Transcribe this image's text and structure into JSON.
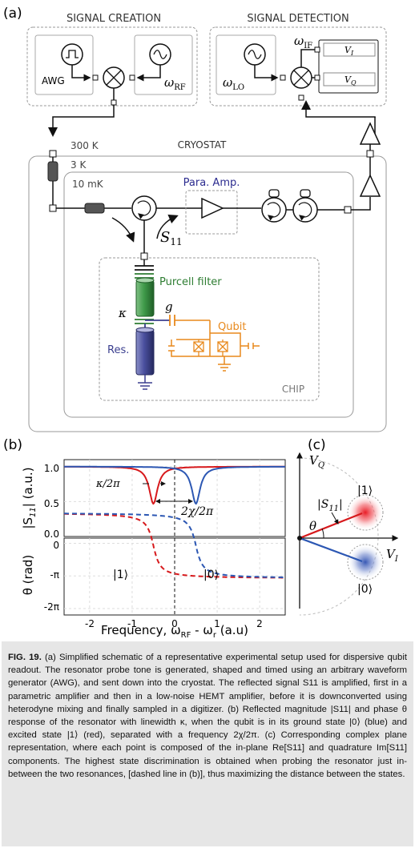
{
  "panel_a": {
    "label": "(a)",
    "signal_creation": "SIGNAL CREATION",
    "signal_detection": "SIGNAL DETECTION",
    "awg": "AWG",
    "omega_rf": "ω",
    "omega_rf_sub": "RF",
    "omega_lo": "ω",
    "omega_lo_sub": "LO",
    "omega_if": "ω",
    "omega_if_sub": "IF",
    "v_i": "V",
    "v_i_sub": "I",
    "v_q": "V",
    "v_q_sub": "Q",
    "t300": "300 K",
    "cryostat": "CRYOSTAT",
    "t3": "3 K",
    "t10": "10 mK",
    "para_amp": "Para. Amp.",
    "s11": "S",
    "s11_sub": "11",
    "purcell": "Purcell filter",
    "kappa": "κ",
    "g": "g",
    "qubit": "Qubit",
    "res": "Res.",
    "chip": "CHIP",
    "colors": {
      "green": "#2e7d32",
      "orange": "#e8891c",
      "blue_res": "#3b3f8f",
      "para": "#2b2b8f"
    }
  },
  "panel_b": {
    "label": "(b)",
    "kappa_label": "κ/2π",
    "chi_label": "2χ/2π",
    "state1": "|1⟩",
    "state0": "|0⟩",
    "ylabel_top": "|S",
    "ylabel_top_sub": "11",
    "ylabel_top_end": "| (a.u.)",
    "ylabel_bottom": "θ (rad)",
    "xlabel": "Frequency, ω",
    "xlabel_sub1": "RF",
    "xlabel_mid": " - ω",
    "xlabel_sub2": "r",
    "xlabel_end": " (a.u)",
    "top_yticks": [
      "1.0",
      "0.5",
      "0.0"
    ],
    "bottom_yticks": [
      "0",
      "-π",
      "-2π"
    ],
    "xticks": [
      "-2",
      "-1",
      "0",
      "1",
      "2"
    ],
    "colors": {
      "red": "#d7191c",
      "blue": "#2c57b3"
    }
  },
  "chart_data": [
    {
      "type": "line",
      "xlabel": "Frequency, ωRF - ωr (a.u)",
      "ylabel": "|S11| (a.u.)",
      "xlim": [
        -2.6,
        2.6
      ],
      "ylim": [
        0,
        1.1
      ],
      "grid": true,
      "series": [
        {
          "name": "|1⟩",
          "color": "#d7191c",
          "center": -0.5,
          "depth": 0.53
        },
        {
          "name": "|0⟩",
          "color": "#2c57b3",
          "center": 0.5,
          "depth": 0.53
        }
      ]
    },
    {
      "type": "line",
      "xlabel": "Frequency, ωRF - ωr (a.u)",
      "ylabel": "θ (rad)",
      "xlim": [
        -2.6,
        2.6
      ],
      "ylim": [
        -6.9,
        0.5
      ],
      "grid": true,
      "series": [
        {
          "name": "|1⟩",
          "color": "#d7191c",
          "center": -0.5,
          "dash": true
        },
        {
          "name": "|0⟩",
          "color": "#2c57b3",
          "center": 0.5,
          "dash": true
        }
      ]
    }
  ],
  "panel_c": {
    "label": "(c)",
    "vq": "V",
    "vq_sub": "Q",
    "vi": "V",
    "vi_sub": "I",
    "s11_abs": "|S",
    "s11_abs_sub": "11",
    "s11_abs_end": "|",
    "theta": "θ",
    "state1": "|1⟩",
    "state0": "|0⟩"
  },
  "caption": {
    "fig": "FIG. 19.",
    "text": " (a) Simplified schematic of a representative experimental setup used for dispersive qubit readout. The resonator probe tone is generated, shaped and timed using an arbitrary waveform generator (AWG), and sent down into the cryostat. The reflected signal S11 is amplified, first in a parametric amplifier and then in a low-noise HEMT amplifier, before it is downconverted using heterodyne mixing and finally sampled in a digitizer. (b) Reflected magnitude |S11| and phase θ response of the resonator with linewidth κ, when the qubit is in its ground state |0⟩ (blue) and excited state |1⟩ (red), separated with a frequency 2χ/2π. (c) Corresponding complex plane representation, where each point is composed of the in-plane Re[S11] and quadrature Im[S11] components. The highest state discrimination is obtained when probing the resonator just in-between the two resonances, [dashed line in (b)], thus maximizing the distance between the states."
  }
}
